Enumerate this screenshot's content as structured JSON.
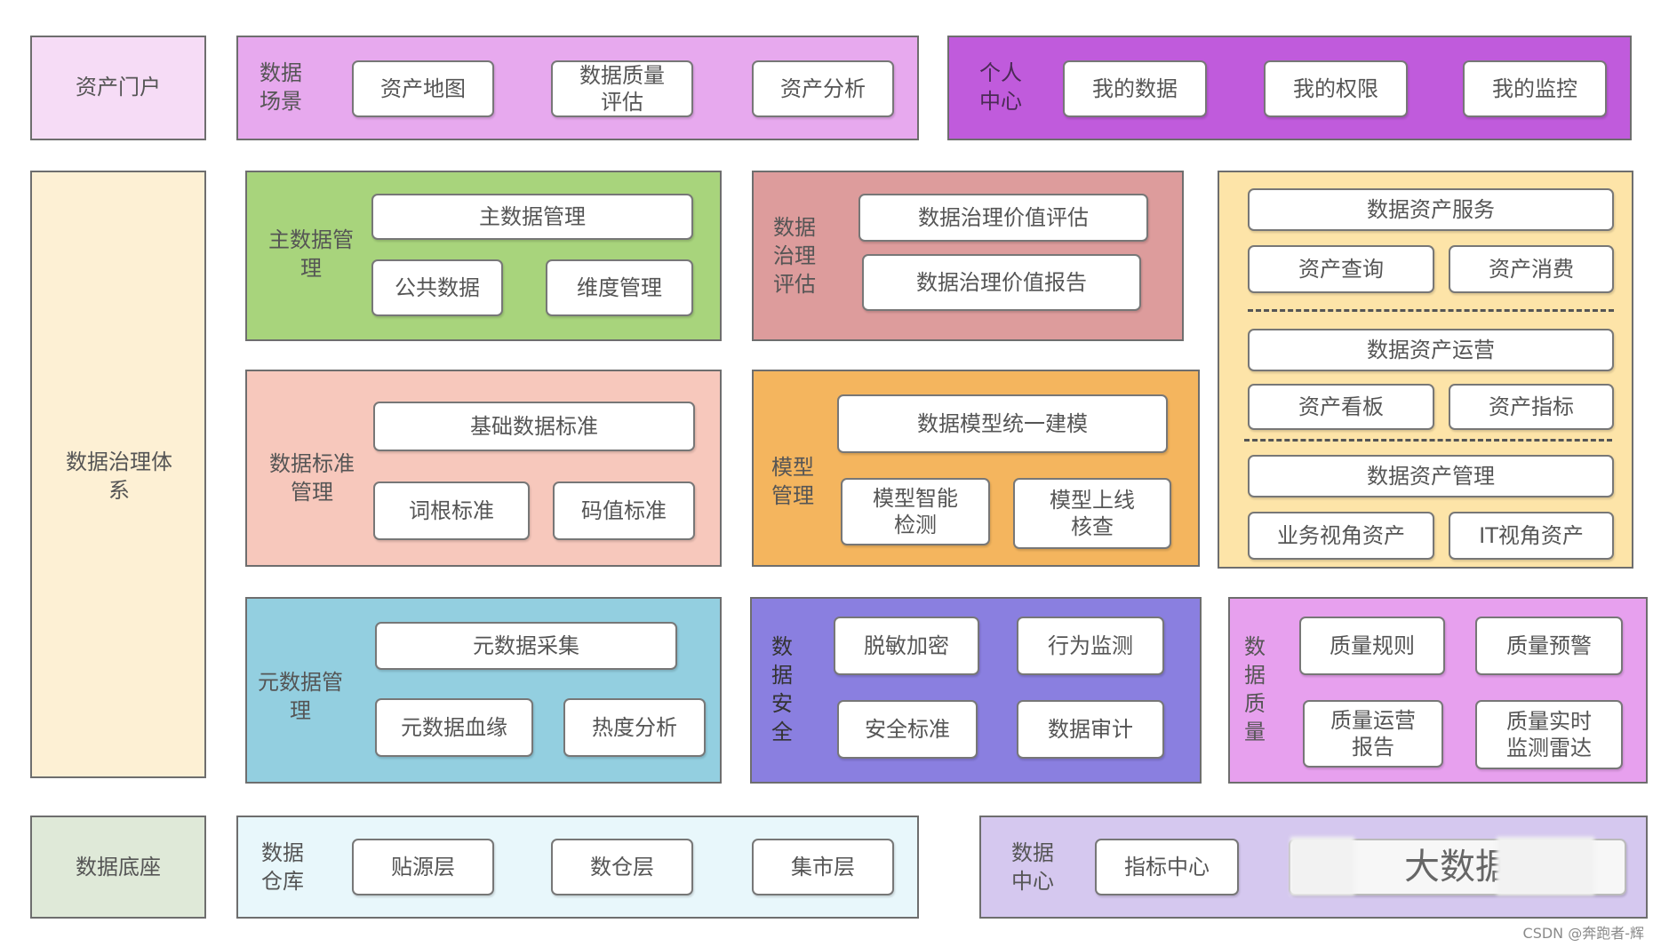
{
  "colors": {
    "portal": "#f6dcf6",
    "scene": "#e7a9ee",
    "personal": "#c05bdc",
    "governance_system": "#fdf0d4",
    "master": "#a8d47c",
    "value_eval": "#dd9c9c",
    "asset_panel": "#fde4a8",
    "standard": "#f7c8bc",
    "model": "#f4b55e",
    "metadata": "#93cfe0",
    "security": "#8a7fe0",
    "quality": "#e7a0ee",
    "base": "#dfe9d8",
    "warehouse": "#e8f7fb",
    "data_center": "#d5c8ef"
  },
  "top": {
    "portal": "资产门户",
    "scene": {
      "title": "数据场景",
      "items": [
        "资产地图",
        "数据质量评估",
        "资产分析"
      ]
    },
    "personal": {
      "title": "个人中心",
      "items": [
        "我的数据",
        "我的权限",
        "我的监控"
      ]
    }
  },
  "governance": {
    "title": "数据治理体系",
    "master": {
      "title": "主数据管理",
      "items": [
        "主数据管理",
        "公共数据",
        "维度管理"
      ]
    },
    "value_eval": {
      "title": "数据治理评估",
      "items": [
        "数据治理价值评估",
        "数据治理价值报告"
      ]
    },
    "asset_panel": {
      "service": {
        "title": "数据资产服务",
        "items": [
          "资产查询",
          "资产消费"
        ]
      },
      "operation": {
        "title": "数据资产运营",
        "items": [
          "资产看板",
          "资产指标"
        ]
      },
      "management": {
        "title": "数据资产管理",
        "items": [
          "业务视角资产",
          "IT视角资产"
        ]
      }
    },
    "standard": {
      "title": "数据标准管理",
      "items": [
        "基础数据标准",
        "词根标准",
        "码值标准"
      ]
    },
    "model": {
      "title": "模型管理",
      "items": [
        "数据模型统一建模",
        "模型智能检测",
        "模型上线核查"
      ]
    },
    "metadata": {
      "title": "元数据管理",
      "items": [
        "元数据采集",
        "元数据血缘",
        "热度分析"
      ]
    },
    "security": {
      "title": "数据安全",
      "items": [
        "脱敏加密",
        "行为监测",
        "安全标准",
        "数据审计"
      ]
    },
    "quality": {
      "title": "数据质量",
      "items": [
        "质量规则",
        "质量预警",
        "质量运营报告",
        "质量实时监测雷达"
      ]
    }
  },
  "bottom": {
    "base": "数据底座",
    "warehouse": {
      "title": "数据仓库",
      "items": [
        "贴源层",
        "数仓层",
        "集市层"
      ]
    },
    "data_center": {
      "title": "数据中心",
      "items": [
        "指标中心",
        "大数据"
      ]
    }
  },
  "watermark": "CSDN @奔跑者-辉"
}
